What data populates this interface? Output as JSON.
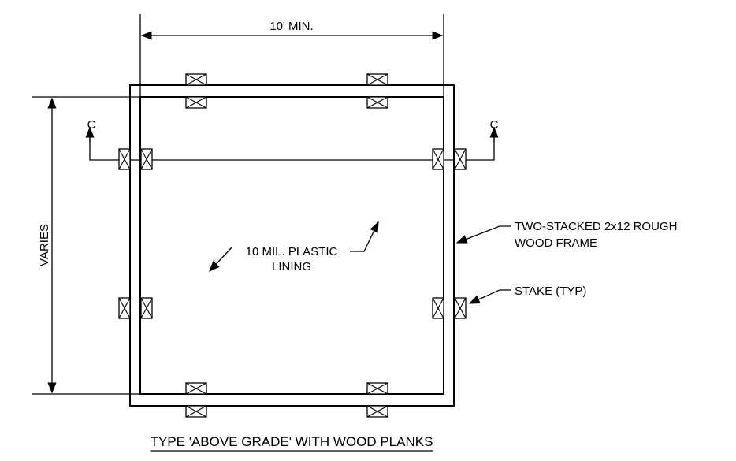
{
  "diagram": {
    "dimension_top": "10' MIN.",
    "dimension_side": "VARIES",
    "section_mark_left": "C",
    "section_mark_right": "C",
    "callout_lining_line1": "10 MIL. PLASTIC",
    "callout_lining_line2": "LINING",
    "callout_frame_line1": "TWO-STACKED 2x12 ROUGH",
    "callout_frame_line2": "WOOD FRAME",
    "callout_stake": "STAKE (TYP)",
    "title": "TYPE 'ABOVE GRADE' WITH WOOD PLANKS"
  }
}
